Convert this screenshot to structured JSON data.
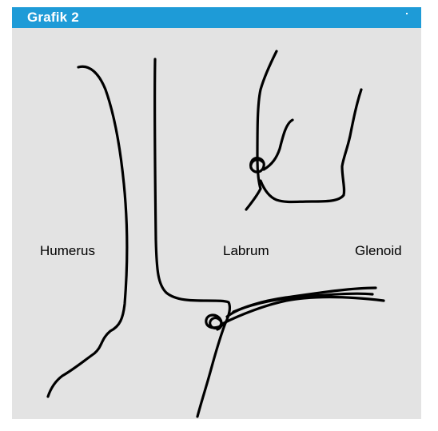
{
  "header": {
    "title": "Grafik 2"
  },
  "labels": {
    "humerus": "Humerus",
    "labrum": "Labrum",
    "glenoid": "Glenoid"
  },
  "colors": {
    "header_background": "#1e9bd7",
    "header_text": "#ffffff",
    "panel_background": "#e3e3e3",
    "stroke": "#000000"
  }
}
